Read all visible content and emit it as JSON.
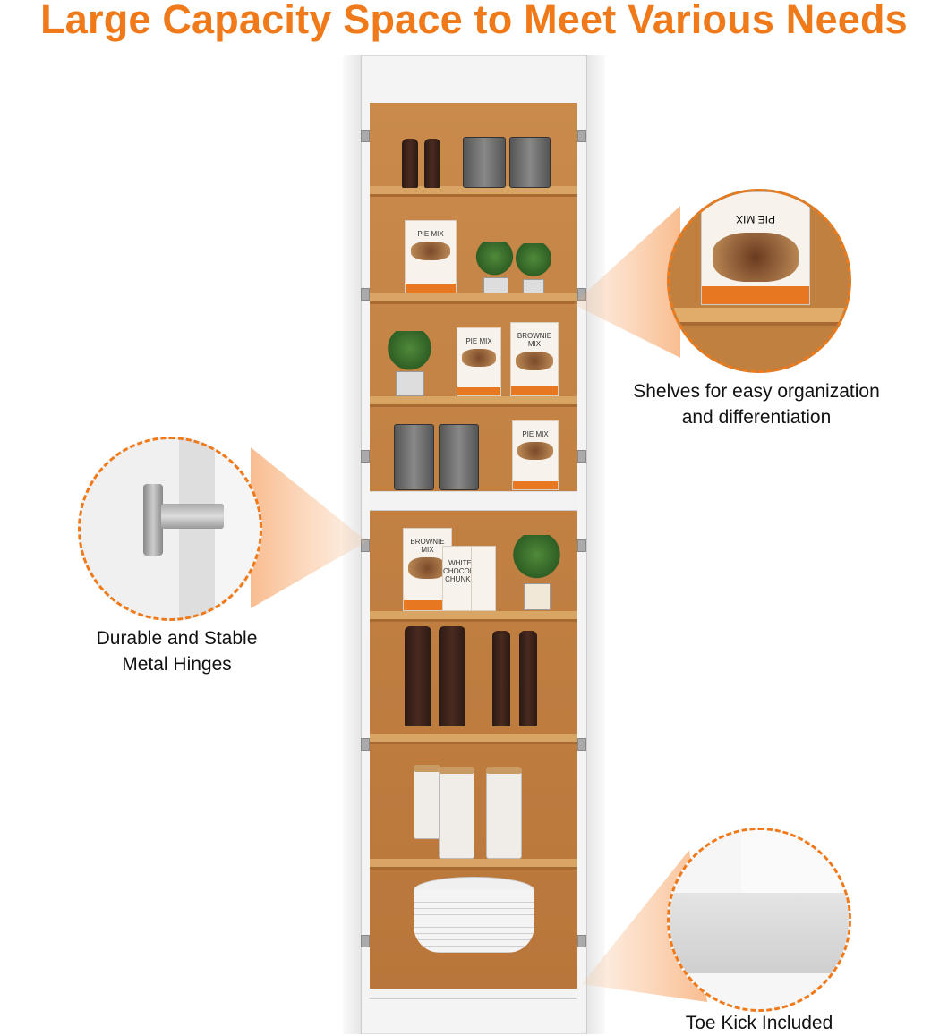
{
  "title": "Large Capacity Space to Meet Various Needs",
  "accent_color": "#f07a1a",
  "callouts": [
    {
      "caption_lines": [
        "Shelves for easy organization",
        "and differentiation"
      ],
      "detail": "shelf-closeup",
      "zoom_label": "PIE MIX"
    },
    {
      "caption_lines": [
        "Durable and Stable",
        "Metal Hinges"
      ],
      "detail": "hinge-closeup"
    },
    {
      "caption_lines": [
        "Toe Kick Included"
      ],
      "detail": "toe-kick-closeup"
    }
  ],
  "product_labels": {
    "pie_mix": "PIE MIX",
    "brownie_mix": "BROWNIE MIX",
    "chunks_lines": [
      "WHITE",
      "CHOCOLATE",
      "CHUNKS"
    ]
  }
}
